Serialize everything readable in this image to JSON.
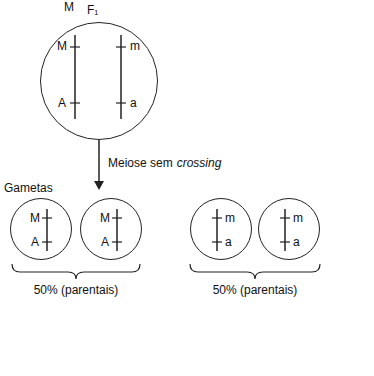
{
  "diagram": {
    "nodes": [
      {
        "text": [
          "F₁",
          "M",
          "A",
          "m",
          "a"
        ]
      },
      {
        "text": [
          "M",
          "A"
        ]
      },
      {
        "text": [
          "M",
          "A"
        ]
      },
      {
        "text": [
          "m",
          "a"
        ]
      },
      {
        "text": [
          "m",
          "a"
        ]
      }
    ],
    "labels": [
      "M",
      "Meiose sem",
      "crossing",
      "Gametas",
      "50% (parentais)",
      "50% (parentais)"
    ]
  }
}
